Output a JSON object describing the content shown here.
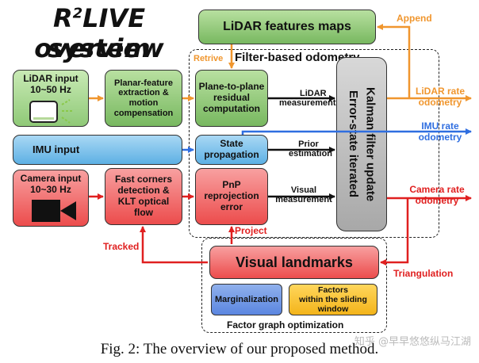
{
  "title": {
    "prefix": "R",
    "superscript": "2",
    "line1_rest": "LIVE system",
    "line2": "overview"
  },
  "boxes": {
    "lidar_input": [
      "LiDAR input",
      "10~50 Hz"
    ],
    "planar": [
      "Planar-feature",
      "extraction &",
      "motion",
      "compensation"
    ],
    "lidar_maps": [
      "LiDAR features maps"
    ],
    "plane_to_plane": [
      "Plane-to-plane",
      "residual",
      "computation"
    ],
    "imu_input": [
      "IMU input"
    ],
    "state_prop": [
      "State",
      "propagation"
    ],
    "camera_input": [
      "Camera input",
      "10~30 Hz"
    ],
    "fast_corners": [
      "Fast corners",
      "detection &",
      "KLT optical",
      "flow"
    ],
    "pnp": [
      "PnP",
      "reprojection",
      "error"
    ],
    "esikf": [
      "Error-state iterated",
      "Kalman filter update"
    ],
    "visual_landmarks": [
      "Visual landmarks"
    ],
    "marginalization": [
      "Marginalization"
    ],
    "factors": [
      "Factors",
      "within the sliding",
      "window"
    ]
  },
  "labels": {
    "filter_based": "Filter-based odometry",
    "factor_graph": "Factor graph optimization",
    "append": "Append",
    "retrive": "Retrive",
    "lidar_measurement": [
      "LiDAR",
      "measurement"
    ],
    "prior_estimation": [
      "Prior",
      "estimation"
    ],
    "visual_measurement": [
      "Visual",
      "measurement"
    ],
    "lidar_rate": [
      "LiDAR rate",
      "odometry"
    ],
    "imu_rate": [
      "IMU rate",
      "odometry"
    ],
    "camera_rate": [
      "Camera rate",
      "odometry"
    ],
    "project": "Project",
    "tracked": "Tracked",
    "triangulation": "Triangulation"
  },
  "caption": "Fig. 2: The overview of our proposed method.",
  "watermark": "知乎 @早早悠悠纵马江湖",
  "colors": {
    "orange": "#f0962e",
    "blue": "#2f6ee0",
    "red": "#e02020",
    "dark": "#111111"
  }
}
